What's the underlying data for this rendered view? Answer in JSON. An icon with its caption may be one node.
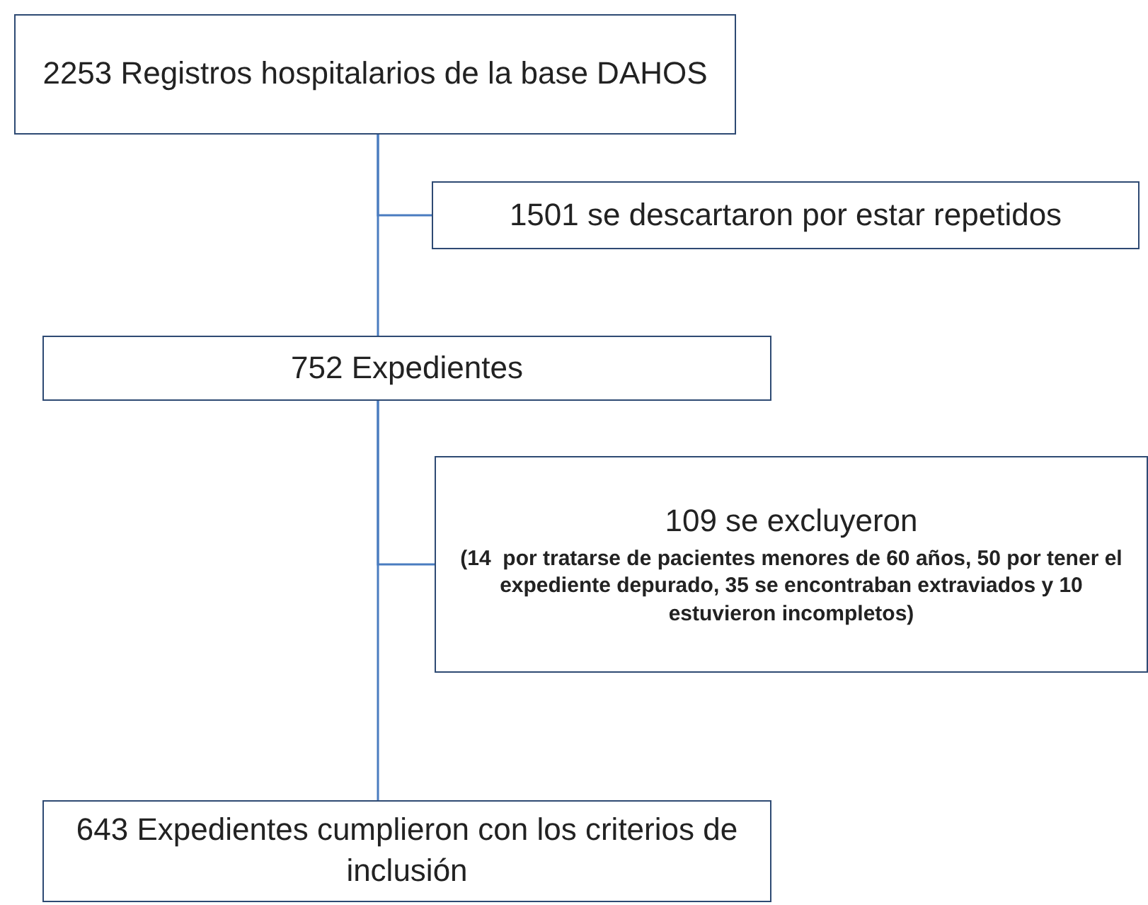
{
  "diagram": {
    "nodes": [
      {
        "text": [
          "2253 Registros hospitalarios de la base DAHOS"
        ]
      },
      {
        "text": [
          "1501 se descartaron por estar repetidos"
        ]
      },
      {
        "text": [
          "752 Expedientes"
        ]
      },
      {
        "text": [
          "109 se excluyeron",
          "(14  por tratarse de pacientes menores de 60 años, 50 por tener el expediente depurado, 35 se encontraban extraviados y 10 estuvieron incompletos)"
        ]
      },
      {
        "text": [
          "643 Expedientes cumplieron con los criterios de inclusión"
        ]
      }
    ],
    "edges": [
      {
        "from": 0,
        "to": 1,
        "arrow": "none"
      },
      {
        "from": 0,
        "to": 2,
        "arrow": "none"
      },
      {
        "from": 2,
        "to": 3,
        "arrow": "none"
      },
      {
        "from": 2,
        "to": 4,
        "arrow": "none"
      }
    ]
  }
}
